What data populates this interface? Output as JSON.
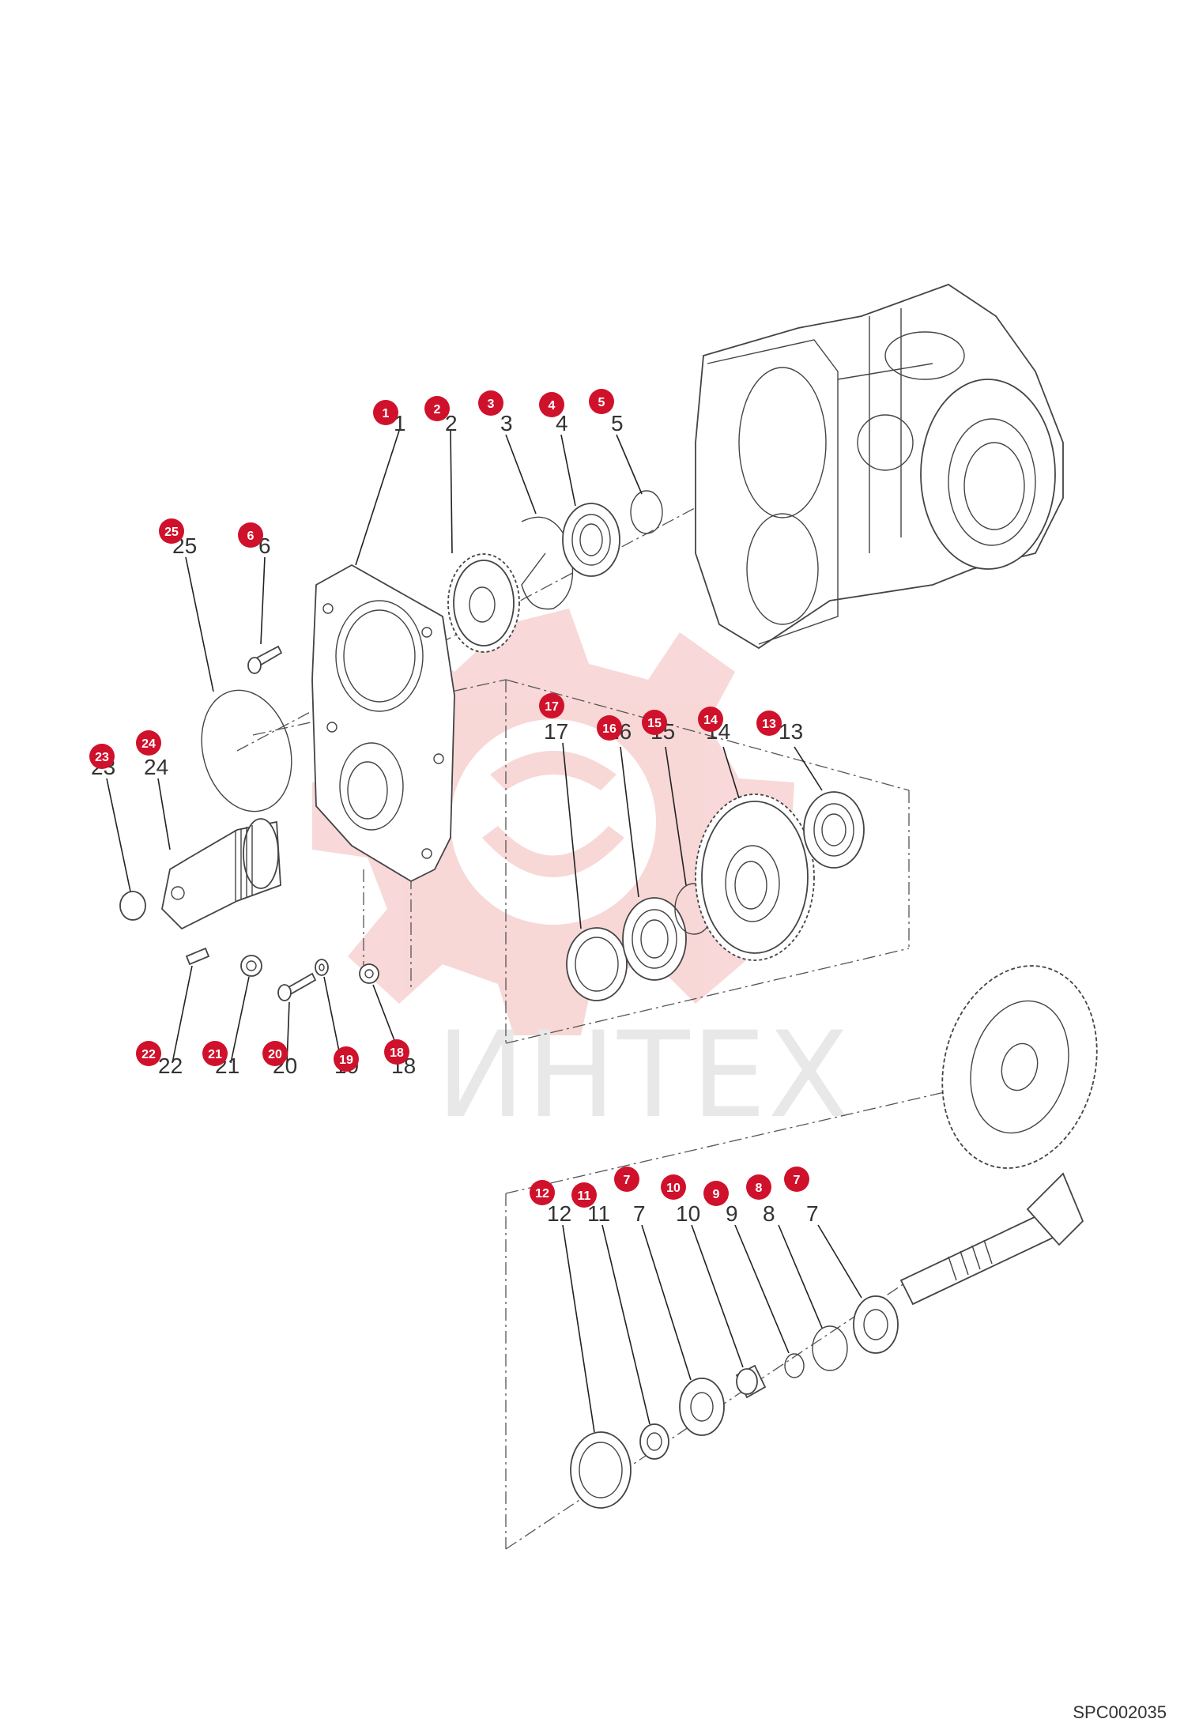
{
  "watermark": {
    "brand_text": "ИНТЕХ",
    "color": "#f3b8b8"
  },
  "callout_color": "#d0112b",
  "document_id": "SPC002035",
  "callouts": [
    {
      "num": "1",
      "label": "1"
    },
    {
      "num": "2",
      "label": "2"
    },
    {
      "num": "3",
      "label": "3"
    },
    {
      "num": "4",
      "label": "4"
    },
    {
      "num": "5",
      "label": "5"
    },
    {
      "num": "25",
      "label": "25"
    },
    {
      "num": "6",
      "label": "6"
    },
    {
      "num": "17",
      "label": "17"
    },
    {
      "num": "16",
      "label": "16"
    },
    {
      "num": "15",
      "label": "15"
    },
    {
      "num": "14",
      "label": "14"
    },
    {
      "num": "13",
      "label": "13"
    },
    {
      "num": "23",
      "label": "23"
    },
    {
      "num": "24",
      "label": "24"
    },
    {
      "num": "22",
      "label": "22"
    },
    {
      "num": "21",
      "label": "21"
    },
    {
      "num": "20",
      "label": "20"
    },
    {
      "num": "19",
      "label": "19"
    },
    {
      "num": "18",
      "label": "18"
    },
    {
      "num": "12",
      "label": "12"
    },
    {
      "num": "11",
      "label": "11"
    },
    {
      "num": "7",
      "label": "7"
    },
    {
      "num": "10",
      "label": "10"
    },
    {
      "num": "9",
      "label": "9"
    },
    {
      "num": "8",
      "label": "8"
    },
    {
      "num": "7",
      "label": "7"
    }
  ]
}
